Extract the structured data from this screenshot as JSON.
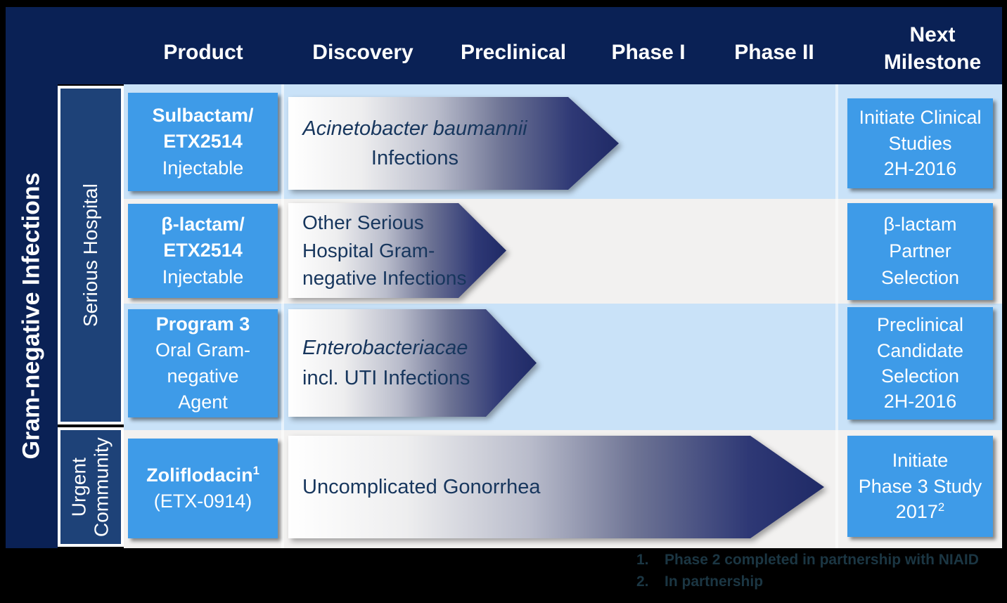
{
  "colors": {
    "background": "#000000",
    "header_navy": "#0a2155",
    "group_navy": "#1e4278",
    "box_blue": "#3e9be8",
    "row_blue": "#c9e2f8",
    "row_gray": "#f2f1f0",
    "arrow_dark": "#1f2a66",
    "arrow_text": "#17365d",
    "footnote_text": "#1b3643"
  },
  "header": {
    "product": "Product",
    "discovery": "Discovery",
    "preclinical": "Preclinical",
    "phase1": "Phase I",
    "phase2": "Phase II",
    "next_milestone": "Next Milestone"
  },
  "left_axis": {
    "title": "Gram-negative Infections",
    "group_serious": "Serious Hospital",
    "group_urgent_line1": "Urgent",
    "group_urgent_line2": "Community"
  },
  "chart_data": {
    "type": "table",
    "title": "Gram-negative Infections pipeline",
    "stages": [
      "Discovery",
      "Preclinical",
      "Phase I",
      "Phase II"
    ],
    "rows": [
      {
        "group": "Serious Hospital",
        "product": "Sulbactam/ETX2514 Injectable",
        "indication": "Acinetobacter baumannii Infections",
        "progress_stage_end": "Preclinical",
        "next_milestone": "Initiate Clinical Studies 2H-2016"
      },
      {
        "group": "Serious Hospital",
        "product": "β-lactam/ETX2514 Injectable",
        "indication": "Other Serious Hospital Gram-negative Infections",
        "progress_stage_end": "Discovery-Preclinical boundary",
        "next_milestone": "β-lactam Partner Selection"
      },
      {
        "group": "Serious Hospital",
        "product": "Program 3 Oral Gram-negative Agent",
        "indication": "Enterobacteriacae incl. UTI Infections",
        "progress_stage_end": "Preclinical (early)",
        "next_milestone": "Preclinical Candidate Selection 2H-2016"
      },
      {
        "group": "Urgent Community",
        "product": "Zoliflodacin (ETX-0914)",
        "indication": "Uncomplicated Gonorrhea",
        "progress_stage_end": "Phase II",
        "next_milestone": "Initiate Phase 3 Study 2017"
      }
    ]
  },
  "rows": [
    {
      "product_lines": [
        "Sulbactam/",
        "ETX2514",
        "Injectable"
      ],
      "arrow_lines": [
        "Acinetobacter baumannii",
        "Infections"
      ],
      "milestone_lines": [
        "Initiate Clinical",
        "Studies",
        "2H-2016"
      ]
    },
    {
      "product_lines": [
        "β-lactam/",
        "ETX2514",
        "Injectable"
      ],
      "arrow_lines": [
        "Other Serious",
        "Hospital Gram-",
        "negative Infections"
      ],
      "milestone_lines": [
        "β-lactam",
        "Partner",
        "Selection"
      ]
    },
    {
      "product_lines": [
        "Program 3",
        "Oral Gram-",
        "negative",
        "Agent"
      ],
      "arrow_lines": [
        "Enterobacteriacae",
        "incl. UTI Infections"
      ],
      "milestone_lines": [
        "Preclinical",
        "Candidate",
        "Selection",
        "2H-2016"
      ]
    },
    {
      "product_name": "Zoliflodacin",
      "product_sup": "1",
      "product_line2": "(ETX-0914)",
      "arrow_lines": [
        "Uncomplicated Gonorrhea"
      ],
      "milestone_lines": [
        "Initiate",
        "Phase 3 Study"
      ],
      "milestone_year": "2017",
      "milestone_sup": "2"
    }
  ],
  "footnotes": [
    {
      "num": "1.",
      "text": "Phase 2 completed in partnership with NIAID"
    },
    {
      "num": "2.",
      "text": "In partnership"
    }
  ]
}
